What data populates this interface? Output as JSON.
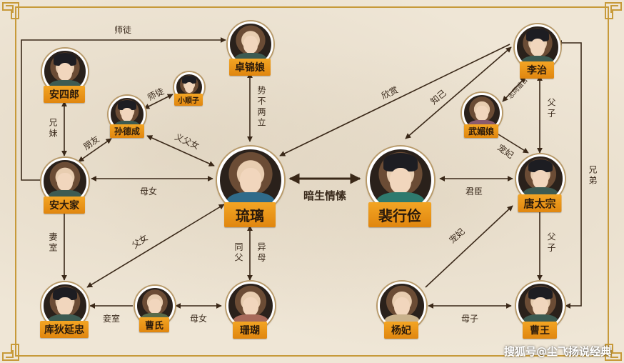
{
  "nodes": {
    "zhuo": {
      "name": "卓锦娘"
    },
    "an_silang": {
      "name": "安四郎"
    },
    "xiaoshunzi": {
      "name": "小顺子"
    },
    "sun": {
      "name": "孙德成"
    },
    "an_dajia": {
      "name": "安大家"
    },
    "liuli": {
      "name": "琉璃"
    },
    "pei": {
      "name": "裴行俭"
    },
    "li_zhi": {
      "name": "李治"
    },
    "wu": {
      "name": "武媚娘"
    },
    "taizong": {
      "name": "唐太宗"
    },
    "kudi": {
      "name": "库狄延忠"
    },
    "cao_shi": {
      "name": "曹氏"
    },
    "shanhu": {
      "name": "珊瑚"
    },
    "yang": {
      "name": "杨妃"
    },
    "cao_wang": {
      "name": "曹王"
    }
  },
  "relations": {
    "shitu_top": "师徒",
    "shitu_small": "师徒",
    "xiongmei": "兄妹",
    "pengyou": "朋友",
    "yifunv": "义父女",
    "shibuliangli": "势不两立",
    "muny": "母女",
    "xinshang": "欣赏",
    "zhiji": "知己",
    "anshengqinghuai": "暗生情愫",
    "zhitonghe": "志同道合",
    "chongfei_wu": "宠妃",
    "fuzi_top": "父子",
    "xiongdi": "兄弟",
    "junchen": "君臣",
    "qishi": "妻室",
    "funv": "父女",
    "tongfu": "同父",
    "yimu": "异母",
    "chongfei_yang": "宠妃",
    "fuzi_bottom": "父子",
    "qieshi": "妾室",
    "muny_bottom": "母女",
    "muzi": "母子"
  },
  "watermark": "搜狐号@尘飞扬说经典"
}
